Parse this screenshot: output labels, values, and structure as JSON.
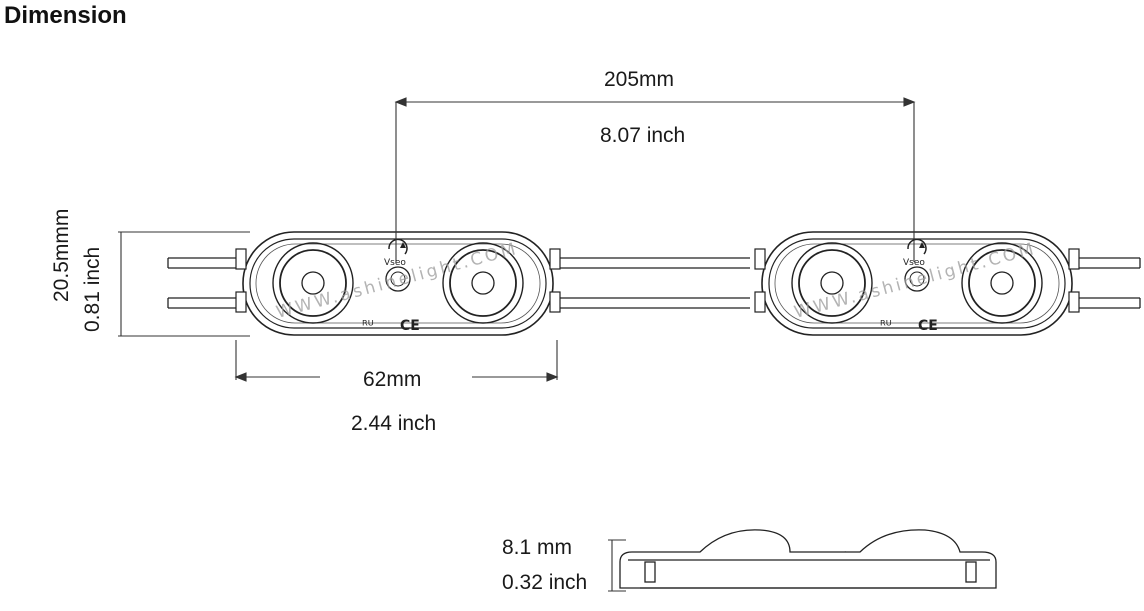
{
  "title": "Dimension",
  "dimensions": {
    "spacing_mm": "205mm",
    "spacing_inch": "8.07 inch",
    "height_mm": "20.5mmm",
    "height_inch": "0.81 inch",
    "length_mm": "62mm",
    "length_inch": "2.44 inch",
    "thickness_mm": "8.1 mm",
    "thickness_inch": "0.32 inch"
  },
  "module_marks": {
    "watermark": "WWW.ashinelight.COM",
    "ce_mark": "CE",
    "ul_mark": "ᴿᵁ",
    "brand_mark": "Vseo"
  }
}
